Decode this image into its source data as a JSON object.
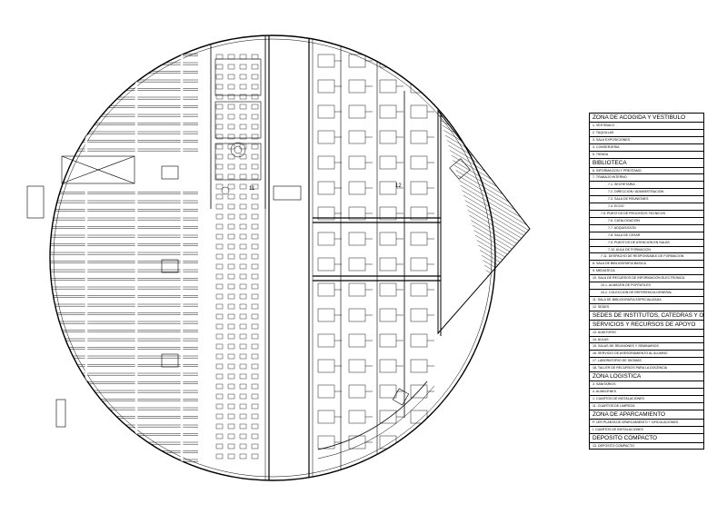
{
  "plan": {
    "room_numbers": [
      "11",
      "12"
    ]
  },
  "legend": {
    "rows": [
      {
        "type": "header",
        "text": "ZONA DE ACOGIDA Y VESTIBULO"
      },
      {
        "type": "item",
        "text": "1. VESTIBULO"
      },
      {
        "type": "item",
        "text": "2. TAQUILLAS"
      },
      {
        "type": "item",
        "text": "3. SALA EXPOSICIONES"
      },
      {
        "type": "item",
        "text": "4. CONSERJERIA"
      },
      {
        "type": "item",
        "text": "5. TIENDA"
      },
      {
        "type": "header",
        "text": "BIBLIOTECA"
      },
      {
        "type": "item",
        "text": "6. INFORMACION Y PRESTAMO"
      },
      {
        "type": "item",
        "text": "7. TRABAJO INTERNO"
      },
      {
        "type": "sub2",
        "text": "7.1. SECRETARIA"
      },
      {
        "type": "sub2",
        "text": "7.2. DIRECCION / ADMINISTRACION"
      },
      {
        "type": "sub2",
        "text": "7.3. SALA DE REUNIONES"
      },
      {
        "type": "sub2",
        "text": "7.4. ECGO"
      },
      {
        "type": "sub",
        "text": "7.5. PUESTOS DE PROCESOS TECNICOS"
      },
      {
        "type": "sub2",
        "text": "7.6. CATALOGACION"
      },
      {
        "type": "sub2",
        "text": "7.7. ADQUISICION"
      },
      {
        "type": "sub2",
        "text": "7.8. SALA DE CESAR"
      },
      {
        "type": "sub2",
        "text": "7.9. PUESTOS DE ATENCION EN SALAS"
      },
      {
        "type": "sub2",
        "text": "7.10. AULA DE FORMACION"
      },
      {
        "type": "sub",
        "text": "7.11. DESPACHO DE RESPONSABLE DE FORMACION"
      },
      {
        "type": "item",
        "text": "8. SALA DE BIBLIOGRAFIA BASICA"
      },
      {
        "type": "item",
        "text": "9. MEDIATECA"
      },
      {
        "type": "item",
        "text": "10. SALA DE RECURSOS DE INFORMACION ELECTRONICA"
      },
      {
        "type": "sub",
        "text": "10.1. ALMACEN DE PORTATILES"
      },
      {
        "type": "sub",
        "text": "10.2. COLECCION DE REFERENCIA GENERAL"
      },
      {
        "type": "item",
        "text": "11. SALA DE BIBLIOGRAFIA ESPECIALIZADA"
      },
      {
        "type": "item",
        "text": "12. SEDES"
      },
      {
        "type": "header",
        "text": "SEDES DE INSTITUTOS, CATEDRAS Y OTROS"
      },
      {
        "type": "header",
        "text": "SERVICIOS Y RECURSOS DE APOYO"
      },
      {
        "type": "item",
        "text": "13. AUDITORIO"
      },
      {
        "type": "item",
        "text": "14. AULAS"
      },
      {
        "type": "item",
        "text": "15. SALAS DE REUNIONES Y SEMINARIOS"
      },
      {
        "type": "item",
        "text": "16. SERVICIO DE ASESORAMIENTO AL ALUMNO"
      },
      {
        "type": "item",
        "text": "17. LABORATORIO DE IDIOMAS"
      },
      {
        "type": "item",
        "text": "18. TALLER DE RECURSOS PARA LA DOCENCIA"
      },
      {
        "type": "header",
        "text": "ZONA LOGISTICA"
      },
      {
        "type": "item",
        "text": "3. SANITARIOS"
      },
      {
        "type": "item",
        "text": "4. ALMACENES"
      },
      {
        "type": "item",
        "text": "1. CUARTOS DE INSTALACIONES"
      },
      {
        "type": "item",
        "text": "11. CUARTOS DE LIMPIEZA"
      },
      {
        "type": "header",
        "text": "ZONA DE APARCAMIENTO"
      },
      {
        "type": "item",
        "text": "P. 1ER PLANTA DE APARCAMIENTO + CIRCULACIONES"
      },
      {
        "type": "item",
        "text": "I. CUARTOS DE INSTALACIONES"
      },
      {
        "type": "header",
        "text": "DEPOSITO COMPACTO"
      },
      {
        "type": "item",
        "text": "13. DEPOSITO COMPACTO"
      }
    ]
  }
}
